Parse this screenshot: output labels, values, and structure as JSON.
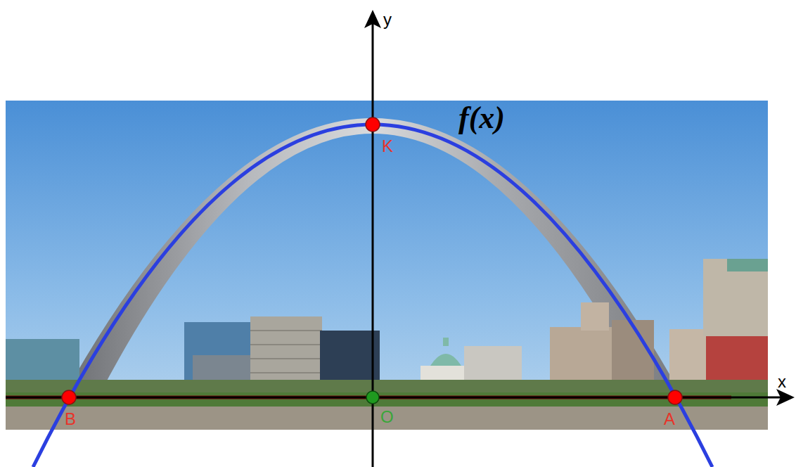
{
  "diagram": {
    "labels": [
      "y",
      "K",
      "f(x)",
      "x",
      "B",
      "O",
      "A"
    ]
  }
}
